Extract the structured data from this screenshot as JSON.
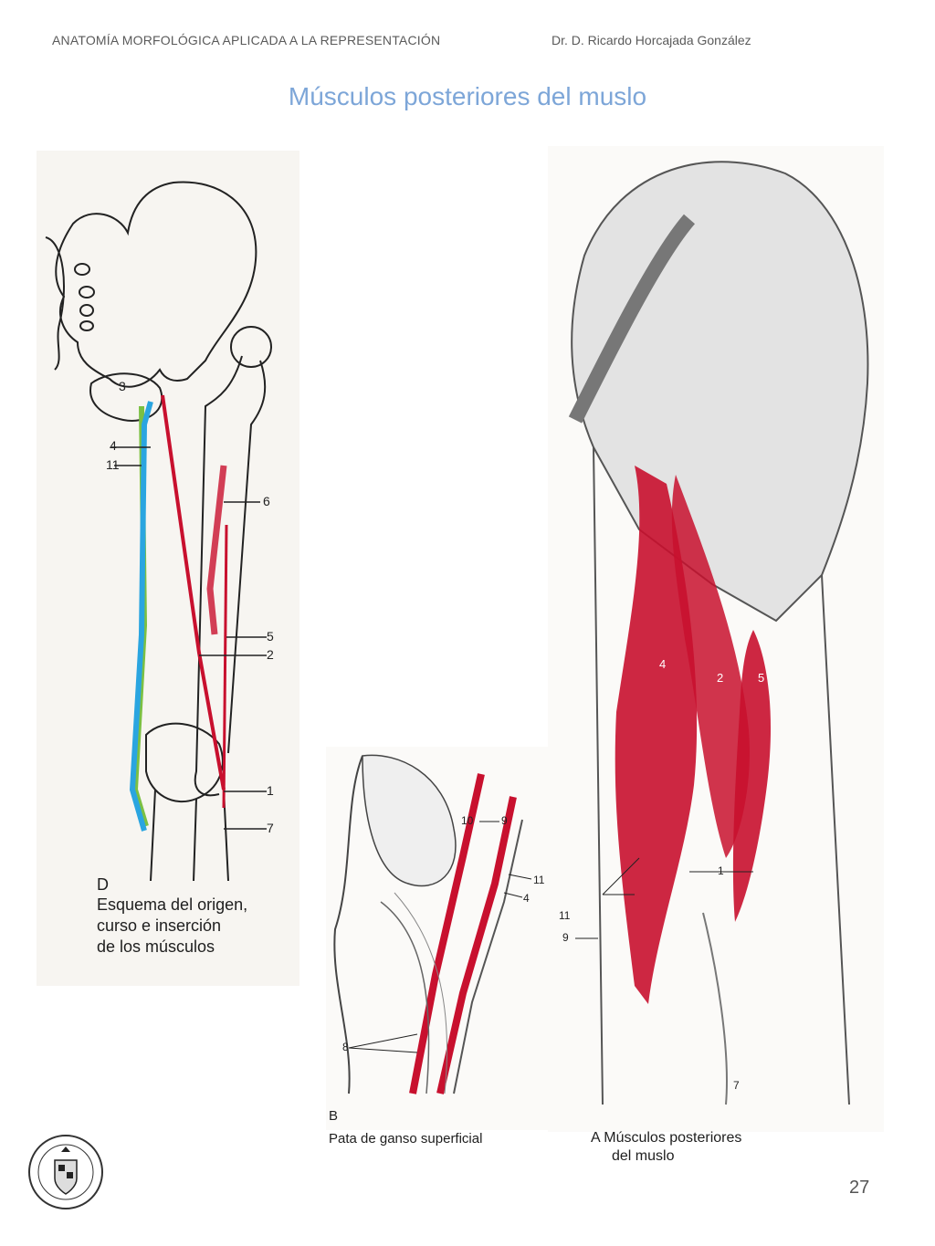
{
  "header": {
    "left": "ANATOMÍA MORFOLÓGICA APLICADA A LA REPRESENTACIÓN",
    "right": "Dr. D. Ricardo Horcajada González"
  },
  "title": "Músculos posteriores del muslo",
  "figure_d": {
    "letter": "D",
    "caption_line1": "Esquema del origen,",
    "caption_line2": "curso e inserción",
    "caption_line3": "de los músculos",
    "labels": [
      "3",
      "4",
      "11",
      "6",
      "5",
      "2",
      "1",
      "7"
    ]
  },
  "figure_b": {
    "letter": "B",
    "caption": "Pata de ganso superficial",
    "labels": [
      "10",
      "9",
      "11",
      "4",
      "8"
    ]
  },
  "figure_a": {
    "caption_line1": "A  Músculos posteriores",
    "caption_line2": "del muslo",
    "labels": [
      "4",
      "2",
      "5",
      "1",
      "11",
      "9",
      "7"
    ]
  },
  "page_number": "27",
  "seal_icon": "university-seal-icon",
  "colors": {
    "title": "#7da6d8",
    "muscle_red": "#c8102e",
    "muscle_green": "#7bc043",
    "muscle_blue": "#2aa5e0"
  }
}
